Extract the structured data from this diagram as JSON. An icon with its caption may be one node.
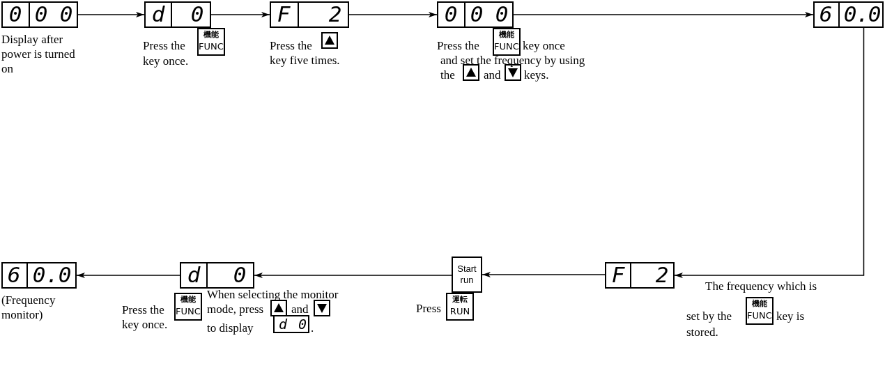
{
  "diagram": {
    "nodes": [
      {
        "text": [
          "0 0 0"
        ],
        "beside": [
          "Display after power is turned on"
        ]
      },
      {
        "text": [
          "d 0"
        ],
        "beside": [
          "Press the",
          "機能",
          "FUNC",
          "key once."
        ]
      },
      {
        "text": [
          "F 2"
        ],
        "beside": [
          "Press the",
          "key five times."
        ]
      },
      {
        "text": [
          "0 0 0"
        ],
        "beside": [
          "Press the",
          "機能",
          "FUNC",
          "key once",
          "and set the frequency by using",
          "the",
          "and",
          "keys."
        ]
      },
      {
        "text": [
          "6 0.0"
        ]
      },
      {
        "text": [
          "F 2"
        ],
        "beside": [
          "The frequency which is",
          "set by the",
          "機能",
          "FUNC",
          "key is",
          "stored."
        ]
      },
      {
        "text": [
          "Start run"
        ],
        "beside": [
          "Press",
          "運転",
          "RUN"
        ]
      },
      {
        "text": [
          "d 0"
        ],
        "beside": [
          "When selecting the monitor",
          "mode, press",
          "and",
          "to display",
          "d 0",
          "."
        ]
      },
      {
        "text": [
          "6 0.0"
        ],
        "beside": [
          "(Frequency monitor)",
          "Press the",
          "機能",
          "FUNC",
          "key once."
        ]
      }
    ],
    "edges": [
      {
        "from": 0,
        "to": 1,
        "arrow": "to"
      },
      {
        "from": 1,
        "to": 2,
        "arrow": "to"
      },
      {
        "from": 2,
        "to": 3,
        "arrow": "to"
      },
      {
        "from": 3,
        "to": 4,
        "arrow": "to"
      },
      {
        "from": 4,
        "to": 5,
        "arrow": "to"
      },
      {
        "from": 5,
        "to": 6,
        "arrow": "to"
      },
      {
        "from": 6,
        "to": 7,
        "arrow": "to"
      },
      {
        "from": 7,
        "to": 8,
        "arrow": "to"
      }
    ]
  }
}
